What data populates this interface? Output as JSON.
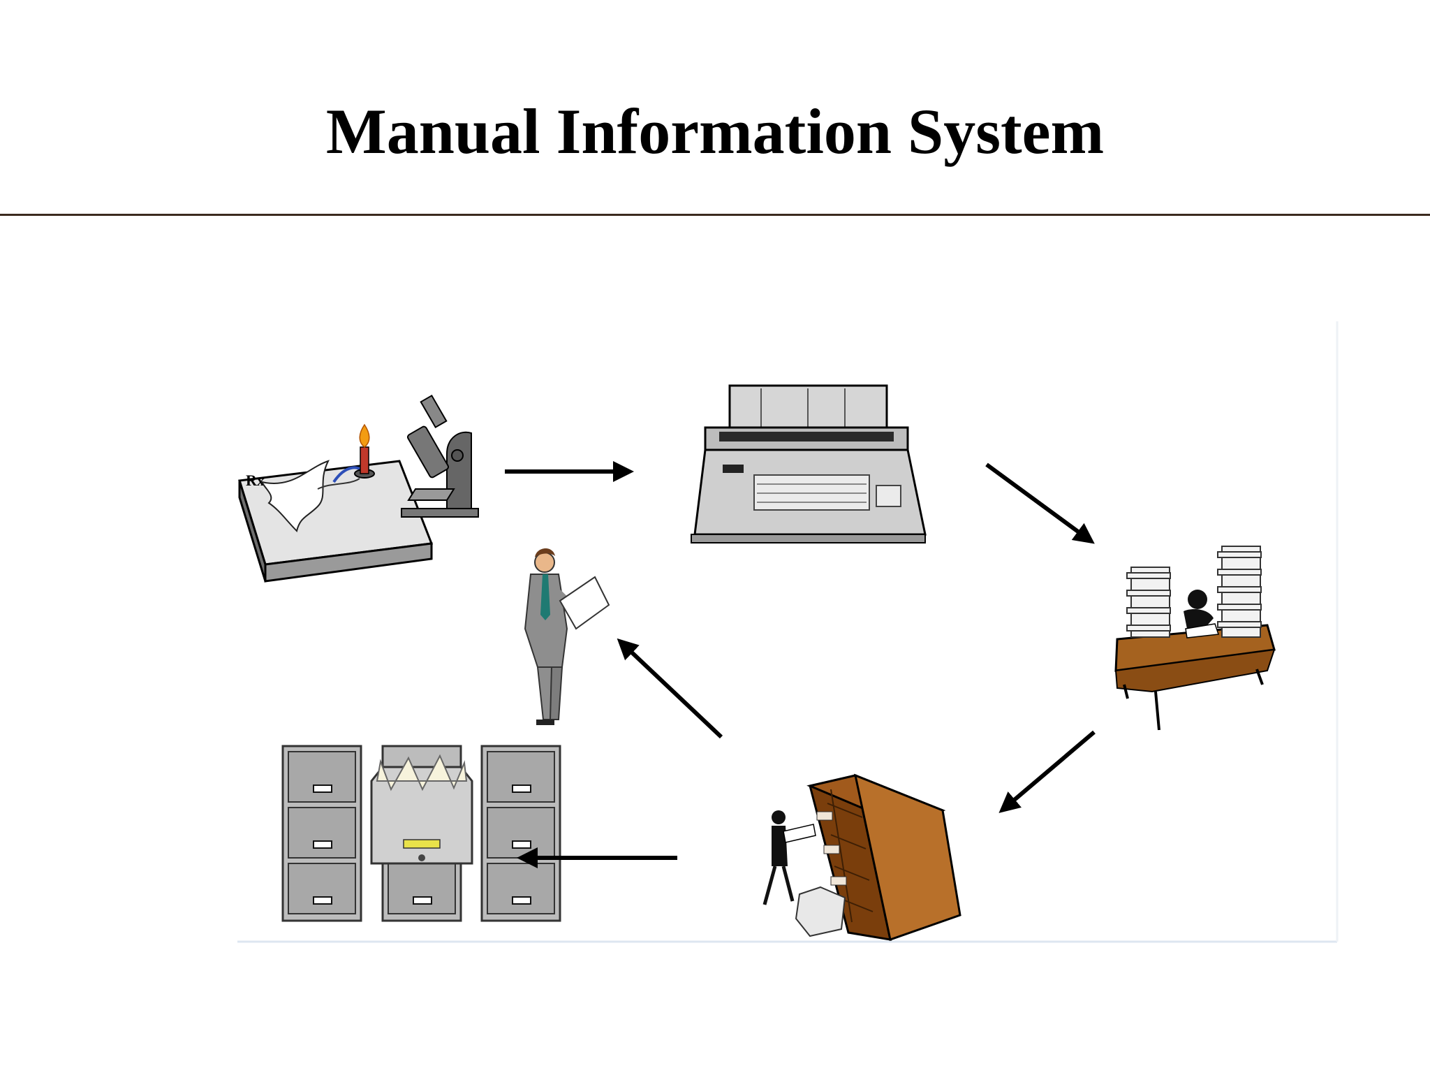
{
  "slide": {
    "title": "Manual Information System"
  },
  "diagram": {
    "nodes": [
      {
        "name": "lab-bench",
        "description_icon": "microscope-and-bunsen-burner-icon"
      },
      {
        "name": "typewriter",
        "description_icon": "typewriter-icon"
      },
      {
        "name": "clerk-desk",
        "description_icon": "desk-with-paper-stacks-icon"
      },
      {
        "name": "sorting-shelves",
        "description_icon": "mail-sorting-shelf-icon"
      },
      {
        "name": "filing-cabinets",
        "description_icon": "filing-cabinet-icon"
      },
      {
        "name": "manager",
        "description_icon": "manager-reading-report-icon"
      }
    ],
    "flow_order": [
      "lab-bench",
      "typewriter",
      "clerk-desk",
      "sorting-shelves",
      "filing-cabinets",
      "manager"
    ],
    "colors": {
      "arrow": "#000000",
      "metal_gray": "#b8b8b8",
      "wood_brown": "#b06a28",
      "rule": "#3b2a1e",
      "frame": "#dde6f0"
    }
  }
}
